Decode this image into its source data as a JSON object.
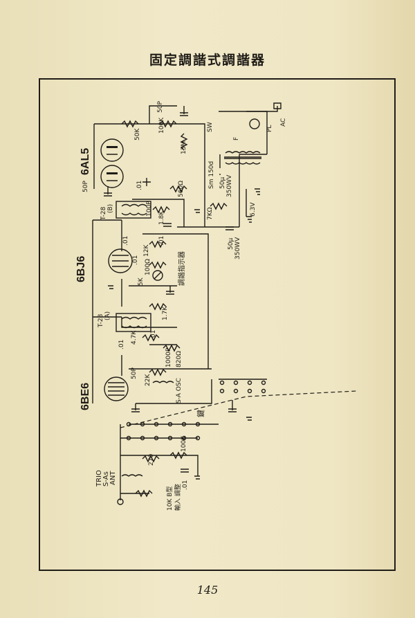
{
  "page": {
    "title": "固定調諧式調諧器",
    "page_number": "145"
  },
  "tubes": {
    "t1": "6AL5",
    "t2": "6BJ6",
    "t3": "6BE6"
  },
  "labels": {
    "c50p_top": "50P",
    "r50k": "50K",
    "r100k_top": "100K",
    "r13m": "13M",
    "sw": "SW",
    "fuse": "F",
    "pl": "PL",
    "ac": "AC",
    "c50p_left": "50P",
    "c01_a": ".01",
    "r560": "560Ω",
    "t28b": "T-28",
    "t28b_sub": "(B)",
    "c100p": "100P",
    "r18k": "1.8K",
    "r7k": "7KΩ",
    "sm150d": "Sm 150d",
    "c50u_1": "50μ",
    "c50u_1v": "350WV",
    "c50u_2": "50μ",
    "c50u_2v": "350WV",
    "v63": "6.3V",
    "c01_b": ".01",
    "c01_c": ".01",
    "r12k": "12K",
    "c01_d": ".01",
    "r100": "100Ω",
    "r5k": "5K",
    "tuning_ind": "調諧指示器",
    "t28a": "T-28",
    "t28a_sub": "(A)",
    "r17k": "1.7K",
    "r47k": "4.7K",
    "c01_e": ".01",
    "c01_f": ".01",
    "c1000p": "1000P",
    "r820": "820Ω",
    "c50p_osc": "50P",
    "r22k": "22K",
    "osc": "S-A OSC",
    "key": "鍵",
    "r100k_bot": "100K",
    "r270": "270",
    "trio": "TRIO",
    "sas": "S-As",
    "ant": "ANT",
    "vr10k": "10K B型",
    "input_adj": "輸入 調整",
    "c01_g": ".01"
  }
}
